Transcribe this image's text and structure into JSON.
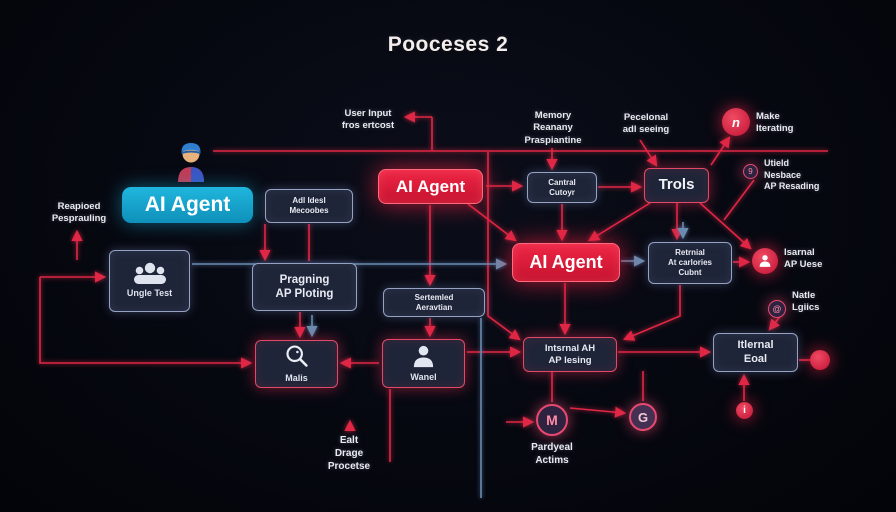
{
  "title": "Pooceses 2",
  "colors": {
    "background": "#05070e",
    "wire_red": "#e02745",
    "wire_blue": "#6b8cae",
    "accent_cyan": "#16a5cd",
    "accent_red": "#e11f3f"
  },
  "nodes": {
    "agent_cyan": {
      "label": "AI Agent"
    },
    "adl_idesl": {
      "line1": "Adl Idesl",
      "line2": "Mecoobes"
    },
    "agent_red_top": {
      "label": "AI Agent"
    },
    "cantral": {
      "line1": "Cantral",
      "line2": "Cutoyr"
    },
    "trols": {
      "label": "Trols"
    },
    "ungle_test": {
      "label": "Ungle Test"
    },
    "pragning": {
      "line1": "Pragning",
      "line2": "AP Ploting"
    },
    "sertemled": {
      "line1": "Sertemled",
      "line2": "Aeravtian"
    },
    "agent_red_center": {
      "label": "AI Agent"
    },
    "retrnial": {
      "line1": "Retrnial",
      "line2": "At carlories",
      "line3": "Cubnt"
    },
    "malis": {
      "label": "Malis"
    },
    "wanel": {
      "label": "Wanel"
    },
    "intsrnal": {
      "line1": "Intsrnal AH",
      "line2": "AP lesing"
    },
    "internal_eoal": {
      "line1": "Itlernal",
      "line2": "Eoal"
    }
  },
  "labels": {
    "user_input": {
      "line1": "User Input",
      "line2": "fros ertcost"
    },
    "memory": {
      "line1": "Memory",
      "line2": "Reanany",
      "line3": "Praspiantine"
    },
    "pecelonal": {
      "line1": "Pecelonal",
      "line2": "adl seeing"
    },
    "make_iterating": {
      "line1": "Make",
      "line2": "Iterating"
    },
    "utield": {
      "line1": "Utield",
      "line2": "Nesbace",
      "line3": "AP Resading"
    },
    "reapioed": {
      "line1": "Reapioed",
      "line2": "Pesprauling"
    },
    "isarnal": {
      "line1": "Isarnal",
      "line2": "AP Uese"
    },
    "natle": {
      "line1": "Natle",
      "line2": "Lgiics"
    },
    "pardyeal": {
      "line1": "Pardyeal",
      "line2": "Actims"
    },
    "ealt": {
      "line1": "Ealt",
      "line2": "Drage",
      "line3": "Procetse"
    }
  },
  "icon_glyphs": {
    "make_iterating": "n",
    "utield": "9",
    "natle": "@",
    "m_badge": "M",
    "g_badge": "G",
    "info_badge": "i"
  }
}
